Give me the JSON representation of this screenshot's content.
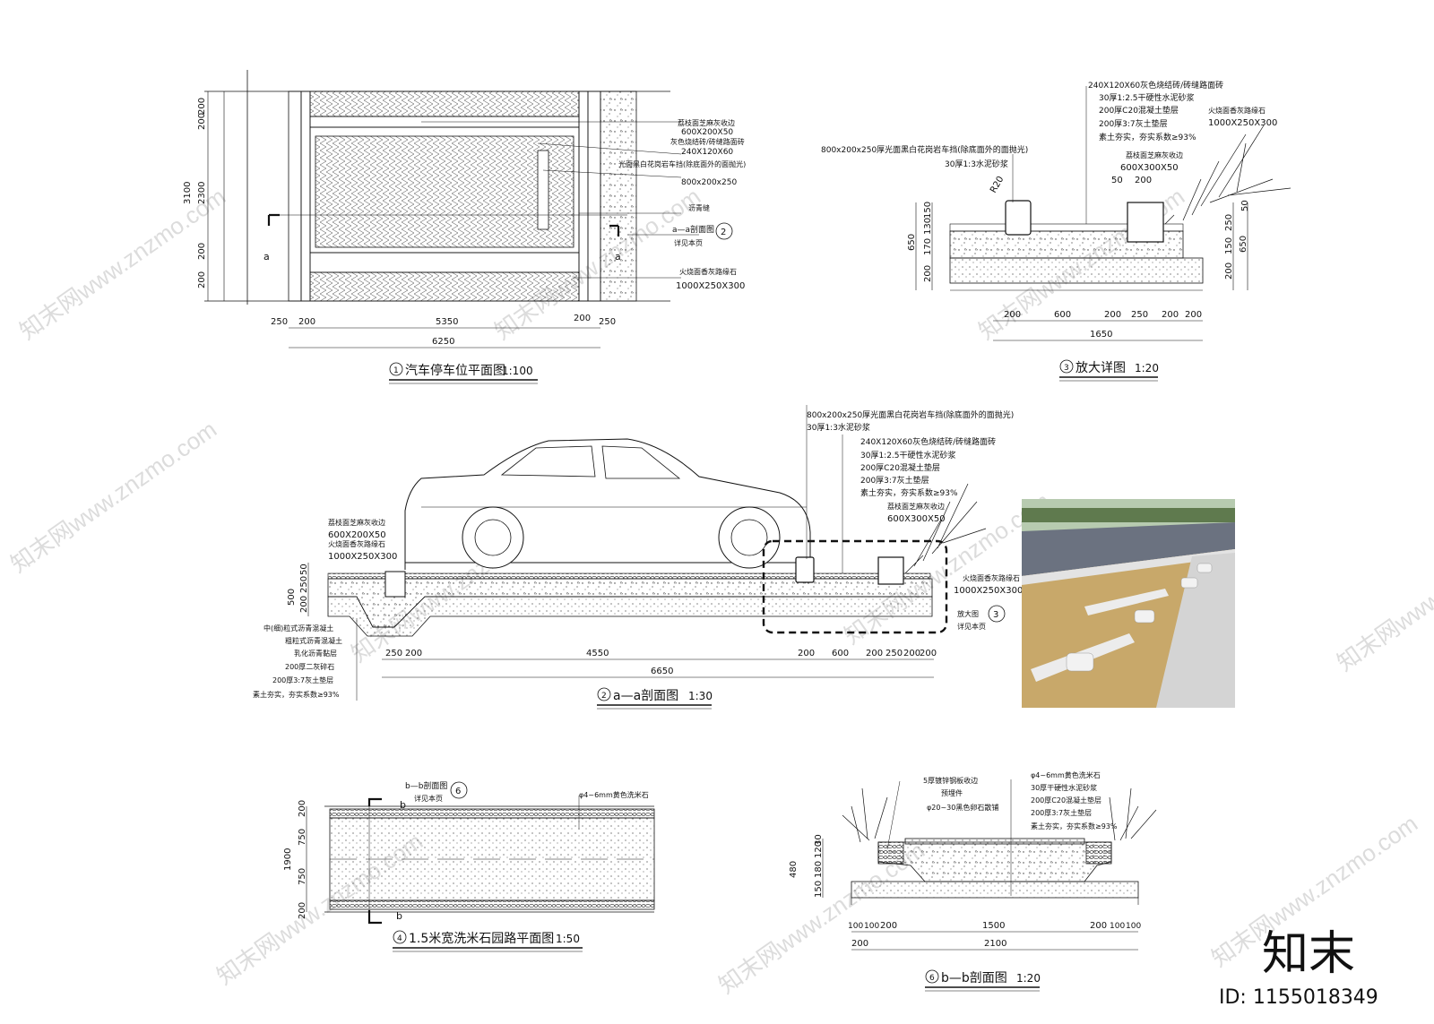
{
  "drawing1": {
    "title": "汽车停车位平面图",
    "num": "1",
    "scale": "1:100",
    "dims_v": [
      "200",
      "200",
      "2300",
      "200",
      "200",
      "3100"
    ],
    "dims_h": [
      "250",
      "200",
      "5350",
      "200",
      "250",
      "6250"
    ],
    "labels": [
      "荔枝面芝麻灰收边",
      "600X200X50",
      "灰色烧结砖/砖缝路面砖",
      "240X120X60",
      "光面黑白花岗岩车挡(除底面外的面抛光)",
      "800x200x250",
      "沥青缝",
      "a—a剖面图",
      "详见本页",
      "火烧面香灰路缘石",
      "1000X250X300"
    ],
    "ref": "2",
    "cut": "a"
  },
  "drawing3": {
    "title": "放大详图",
    "num": "3",
    "scale": "1:20",
    "labels_right": [
      "240X120X60灰色烧结砖/砖缝路面砖",
      "30厚1:2.5干硬性水泥砂浆",
      "200厚C20混凝土垫层",
      "200厚3:7灰土垫层",
      "素土夯实，夯实系数≥93%"
    ],
    "labels_left": [
      "800x200x250厚光面黑白花岗岩车挡(除底面外的面抛光)",
      "30厚1:3水泥砂浆"
    ],
    "curb_right": [
      "火烧面香灰路缘石",
      "1000X250X300"
    ],
    "curb_mid": [
      "荔枝面芝麻灰收边",
      "600X300X50"
    ],
    "r": "R20",
    "small": [
      "50",
      "200"
    ],
    "dims_v_left": [
      "150",
      "130",
      "170",
      "200",
      "650"
    ],
    "dims_v_right": [
      "50",
      "250",
      "150",
      "200",
      "650"
    ],
    "dims_h": [
      "200",
      "600",
      "200",
      "250",
      "200",
      "200",
      "1650"
    ]
  },
  "drawing2": {
    "title": "a—a剖面图",
    "num": "2",
    "scale": "1:30",
    "top_labels": [
      "800x200x250厚光面黑白花岗岩车挡(除底面外的面抛光)",
      "30厚1:3水泥砂浆",
      "240X120X60灰色烧结砖/砖缝路面砖",
      "30厚1:2.5干硬性水泥砂浆",
      "200厚C20混凝土垫层",
      "200厚3:7灰土垫层",
      "素土夯实，夯实系数≥93%"
    ],
    "curb_mid": [
      "荔枝面芝麻灰收边",
      "600X300X50"
    ],
    "left_labels": [
      "荔枝面芝麻灰收边",
      "600X200X50",
      "火烧面香灰路缘石",
      "1000X250X300"
    ],
    "right_labels": [
      "火烧面香灰路缘石",
      "1000X250X300"
    ],
    "detail_ref": [
      "放大图",
      "3",
      "详见本页"
    ],
    "layers": [
      "中(细)粒式沥青混凝土",
      "粗粒式沥青混凝土",
      "乳化沥青黏层",
      "200厚二灰碎石",
      "200厚3:7灰土垫层",
      "素土夯实，夯实系数≥93%"
    ],
    "dims_v": [
      "500",
      "200",
      "250",
      "50"
    ],
    "dims_h": [
      "250",
      "200",
      "4550",
      "200",
      "600",
      "200",
      "250",
      "200",
      "200",
      "6650"
    ]
  },
  "drawing4": {
    "title": "1.5米宽洗米石园路平面图",
    "num": "4",
    "scale": "1:50",
    "labels": [
      "b—b剖面图",
      "详见本页",
      "φ4~6mm黄色洗米石"
    ],
    "ref": "6",
    "cut": "b",
    "dims_v": [
      "200",
      "750",
      "750",
      "200",
      "1900"
    ]
  },
  "drawing6": {
    "title": "b—b剖面图",
    "num": "6",
    "scale": "1:20",
    "labels_left": [
      "5厚镀锌钢板收边",
      "预埋件",
      "φ20~30黑色卵石散铺"
    ],
    "labels_right": [
      "φ4~6mm黄色洗米石",
      "30厚干硬性水泥砂浆",
      "200厚C20混凝土垫层",
      "200厚3:7灰土垫层",
      "素土夯实，夯实系数≥93%"
    ],
    "dims_v": [
      "30",
      "120",
      "180",
      "150",
      "480"
    ],
    "dims_h": [
      "100",
      "100",
      "200",
      "1500",
      "200",
      "100",
      "100",
      "200",
      "2100"
    ]
  },
  "watermark": {
    "brand": "知末网www.znzmo.com",
    "logo": "知末",
    "id": "ID: 1155018349"
  },
  "colors": {
    "ink": "#111111",
    "watermark": "#dcdcdc",
    "photo_pavers": "#c8a86a",
    "photo_road": "#6b7280"
  }
}
